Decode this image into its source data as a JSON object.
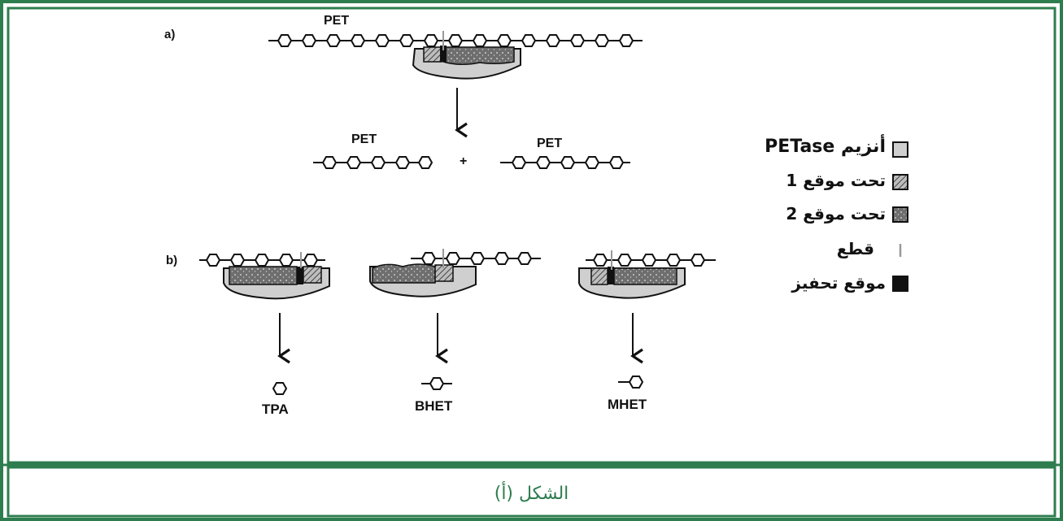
{
  "panels": {
    "a_label": "a)",
    "b_label": "b)"
  },
  "molecules": {
    "pet_top": "PET",
    "pet_left": "PET",
    "pet_right": "PET",
    "plus": "+",
    "tpa": "TPA",
    "bhet": "BHET",
    "mhet": "MHET"
  },
  "legend": [
    {
      "text": "أنزيم PETase",
      "key": "petase"
    },
    {
      "text": "تحت موقع 1",
      "key": "subsite1"
    },
    {
      "text": "تحت موقع 2",
      "key": "subsite2"
    },
    {
      "text": "قطع",
      "key": "cut"
    },
    {
      "text": "موقع تحفيز",
      "key": "catalytic"
    }
  ],
  "caption": "الشكل (أ)",
  "colors": {
    "frame_green": "#2e7d4f",
    "enzyme_fill": "#cfcfcf",
    "subsite2_fill": "#6e6e6e",
    "catalytic_fill": "#111111",
    "caption_text": "#2e7d4f"
  }
}
